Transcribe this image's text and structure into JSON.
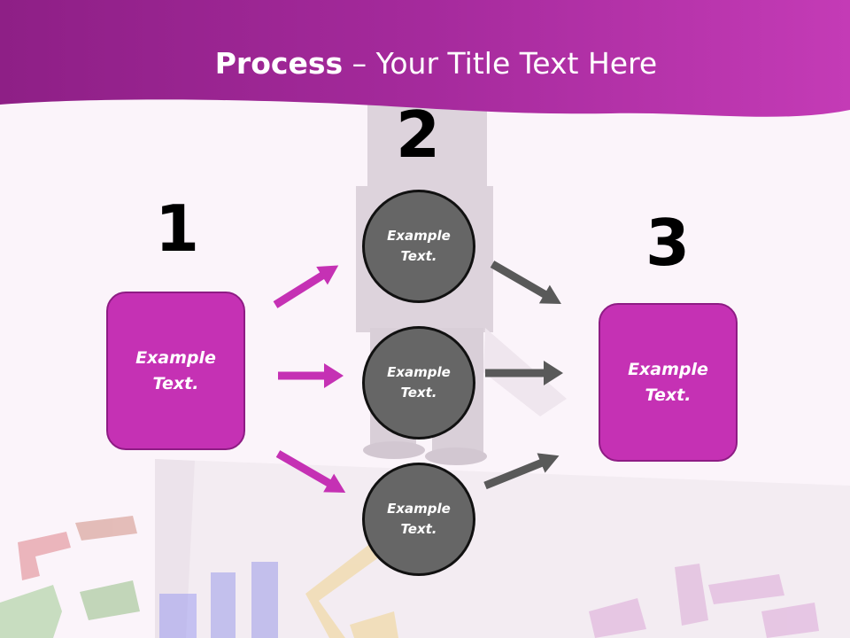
{
  "slide": {
    "title_bold": "Process",
    "title_rest": " – Your Title Text Here"
  },
  "steps": {
    "n1": "1",
    "n2": "2",
    "n3": "3"
  },
  "blocks": {
    "left_box": "Example\nText.",
    "right_box": "Example\nText.",
    "circle_top": "Example\nText.",
    "circle_middle": "Example\nText.",
    "circle_bottom": "Example\nText."
  },
  "colors": {
    "header": "#a2279b",
    "box_fill": "#c531b4",
    "box_border": "#8e1c84",
    "circle_fill": "#666666",
    "magenta_arrow": "#c531b4",
    "gray_arrow": "#595959"
  }
}
